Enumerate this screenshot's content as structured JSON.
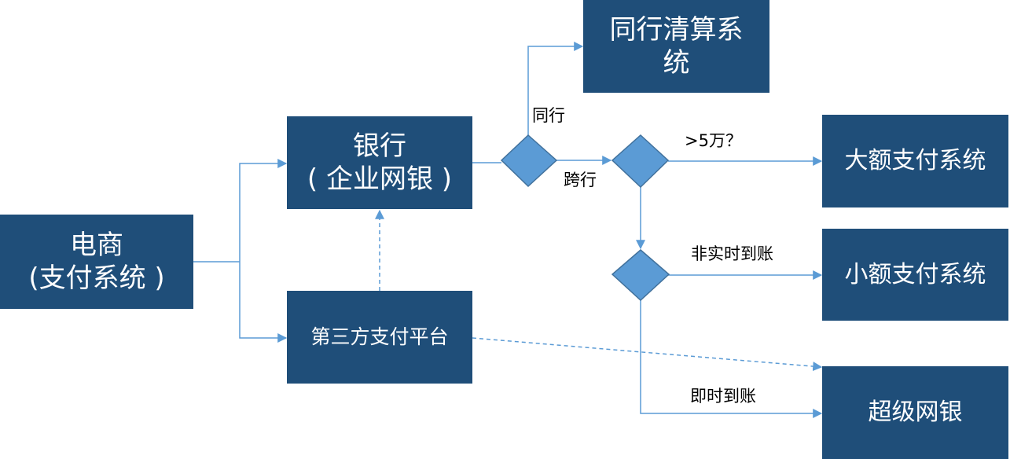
{
  "colors": {
    "box_fill": "#1f4e79",
    "box_text": "#ffffff",
    "decision_fill": "#5b9bd5",
    "decision_stroke": "#41719c",
    "connector": "#5b9bd5",
    "label_text": "#000000"
  },
  "nodes": {
    "ecommerce": {
      "line1": "电商",
      "line2": "(支付系统 )"
    },
    "bank": {
      "line1": "银行",
      "line2": "( 企业网银 )"
    },
    "third_party": {
      "label": "第三方支付平台"
    },
    "interbank_clearing": {
      "line1": "同行清算系",
      "line2": "统"
    },
    "large_payment": {
      "label": "大额支付系统"
    },
    "small_payment": {
      "label": "小额支付系统"
    },
    "super_ebank": {
      "label": "超级网银"
    }
  },
  "edge_labels": {
    "same_bank": "同行",
    "cross_bank": "跨行",
    "over_50k": ">5万？",
    "non_realtime": "非实时到账",
    "realtime": "即时到账"
  }
}
